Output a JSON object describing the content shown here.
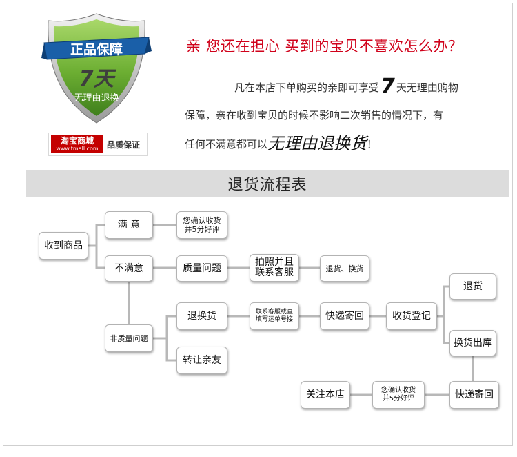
{
  "badge": {
    "title": "正品保障",
    "seven_days": "7天",
    "subtitle": "无理由退换"
  },
  "tmall": {
    "logo": "淘宝商城",
    "url": "www.tmall.com",
    "quality": "品质保证"
  },
  "headline": "亲 您还在担心 买到的宝贝不喜欢怎么办？",
  "paragraph": {
    "line1_pre": "凡在本店下单购买的亲即可享受",
    "line1_seven": "7",
    "line1_post": "天无理由购物",
    "line2": "保障，亲在收到宝贝的时候不影响二次销售的情况下，有",
    "line3_pre": "任何不满意都可以",
    "line3_big": "无理由退换货",
    "line3_post": "！"
  },
  "section_title": "退货流程表",
  "flow": {
    "receive": "收到商品",
    "satisfied": "满 意",
    "confirm1_l1": "您确认收货",
    "confirm1_l2": "并5分好评",
    "unsatisfied": "不满意",
    "quality_issue": "质量问题",
    "photo_l1": "拍照并且",
    "photo_l2": "联系客服",
    "return_exchange": "退货、换货",
    "non_quality": "非质量问题",
    "return_goods": "退换货",
    "contact_l1": "联系客服或直",
    "contact_l2": "填写运单号接",
    "express1": "快递寄回",
    "register": "收货登记",
    "refund": "退货",
    "exchange_out": "换货出库",
    "transfer": "转让亲友",
    "follow": "关注本店",
    "confirm2_l1": "您确认收货",
    "confirm2_l2": "并5分好评",
    "express2": "快递寄回"
  },
  "colors": {
    "shield_green": "#6cae32",
    "ribbon_blue": "#1a5fa8",
    "headline_red": "#d0021b",
    "tmall_red": "#c40000",
    "bar_gray": "#dcdcdc"
  }
}
